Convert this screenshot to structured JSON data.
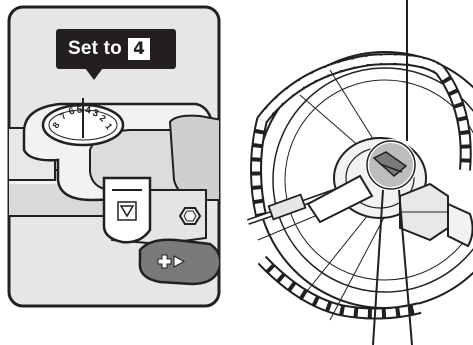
{
  "callout": {
    "prefix": "Set to",
    "gear_number": "4"
  },
  "indicator": {
    "scale_numbers": [
      "8",
      "7",
      "6",
      "5",
      "4",
      "3",
      "2",
      "1"
    ]
  },
  "colors": {
    "outline": "#231f20",
    "panel_fill": "#e6e6e6",
    "lever_fill": "#7a7a7a",
    "white": "#ffffff"
  },
  "icons": [
    "triangle-down-icon",
    "plus-arrow-icon",
    "hex-bolt-icon"
  ]
}
